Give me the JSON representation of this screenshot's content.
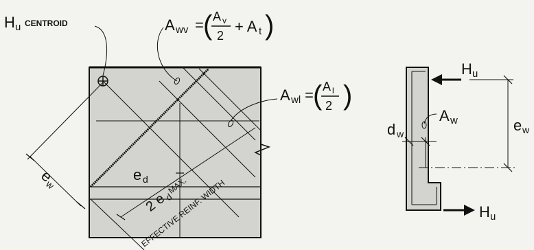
{
  "labels": {
    "hu": "H",
    "hu_sub": "u",
    "centroid": "CENTROID",
    "awv": "A",
    "awv_sub": "wv",
    "awv_eq": "=",
    "awv_num": "A",
    "awv_num_sub": "v",
    "awv_den": "2",
    "awv_plus": "+ A",
    "awv_plus_sub": "t",
    "awl": "A",
    "awl_sub": "wl",
    "awl_eq": "=",
    "awl_num": "A",
    "awl_num_sub": "l",
    "awl_den": "2",
    "ew": "e",
    "ew_sub": "w",
    "ed": "e",
    "ed_sub": "d",
    "twoed": "2 e",
    "twoed_sub": "d",
    "twoed_max": "MAX.",
    "eff": "EFFECTIVE REINF. WIDTH",
    "side_hu_top": "H",
    "side_hu_top_sub": "u",
    "aw": "A",
    "aw_sub": "w",
    "dw": "d",
    "dw_sub": "w",
    "side_ew": "e",
    "side_ew_sub": "w",
    "side_hu_bot": "H",
    "side_hu_bot_sub": "u"
  },
  "colors": {
    "panel_fill": "#d3d3cf",
    "background": "#f3f3ef",
    "ink": "#111111"
  }
}
